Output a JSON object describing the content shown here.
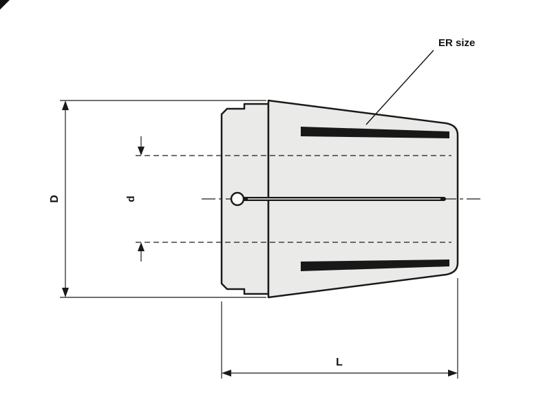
{
  "diagram": {
    "type": "technical-drawing",
    "subject": "ER collet side view with dimensions",
    "labels": {
      "diameter": "D",
      "bore": "d",
      "length": "L",
      "er_size": "ER size"
    },
    "colors": {
      "background": "#ffffff",
      "body_fill": "#eaeae8",
      "outline": "#1a1a1a",
      "slot_fill": "#181818"
    }
  }
}
